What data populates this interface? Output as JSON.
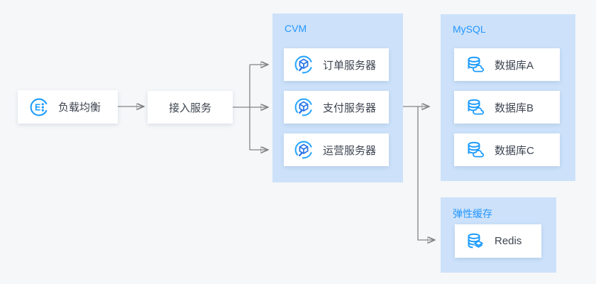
{
  "diagram": {
    "background_color": "#f6f7f9",
    "arrow_color": "#848484",
    "group_fill_color": "#cde2fa",
    "group_title_color": "#2496ff",
    "node_text_color": "#3d4450",
    "icon_blue": "#1c9bff",
    "icon_dark_blue": "#2573e8",
    "nodes": {
      "load_balancer": {
        "label": "负载均衡",
        "icon": "load-balancer-icon"
      },
      "access_service": {
        "label": "接入服务"
      }
    },
    "groups": {
      "cvm": {
        "title": "CVM",
        "items": [
          {
            "label": "订单服务器",
            "icon": "cvm-server-icon"
          },
          {
            "label": "支付服务器",
            "icon": "cvm-server-icon"
          },
          {
            "label": "运营服务器",
            "icon": "cvm-server-icon"
          }
        ]
      },
      "mysql": {
        "title": "MySQL",
        "items": [
          {
            "label": "数据库A",
            "icon": "cloud-database-icon"
          },
          {
            "label": "数据库B",
            "icon": "cloud-database-icon"
          },
          {
            "label": "数据库C",
            "icon": "cloud-database-icon"
          }
        ]
      },
      "elastic_cache": {
        "title": "弹性缓存",
        "items": [
          {
            "label": "Redis",
            "icon": "redis-database-icon"
          }
        ]
      }
    },
    "edges": [
      {
        "from": "负载均衡",
        "to": "接入服务"
      },
      {
        "from": "接入服务",
        "to": "订单服务器"
      },
      {
        "from": "接入服务",
        "to": "支付服务器"
      },
      {
        "from": "接入服务",
        "to": "运营服务器"
      },
      {
        "from": "CVM",
        "to": "MySQL"
      },
      {
        "from": "CVM",
        "to": "弹性缓存"
      }
    ]
  }
}
